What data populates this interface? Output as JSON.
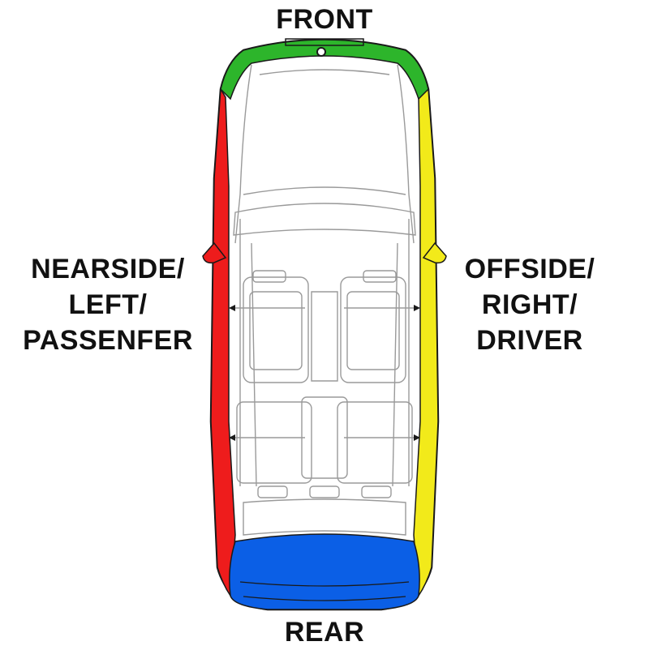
{
  "labels": {
    "front": "FRONT",
    "rear": "REAR",
    "left": [
      "NEARSIDE/",
      "LEFT/",
      "PASSENFER"
    ],
    "right": [
      "OFFSIDE/",
      "RIGHT/",
      "DRIVER"
    ]
  },
  "colors": {
    "front_zone": "#2db52b",
    "left_zone": "#ee1c1c",
    "right_zone": "#f2ea1a",
    "rear_zone": "#0b5fe6",
    "outline": "#1a1a1a",
    "line": "#9a9a9a"
  }
}
